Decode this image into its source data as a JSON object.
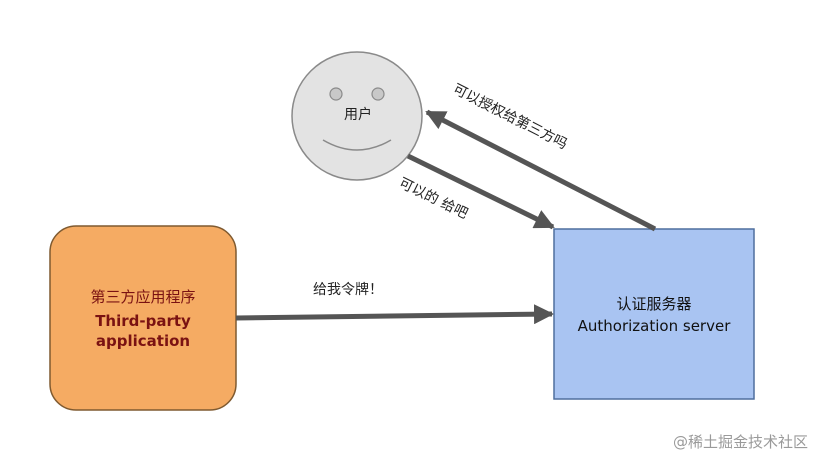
{
  "user": {
    "label": "用户"
  },
  "app": {
    "label_cn": "第三方应用程序",
    "label_en_1": "Third-party",
    "label_en_2": "application",
    "fill_color": "#f5ab63"
  },
  "server": {
    "label_cn": "认证服务器",
    "label_en": "Authorization server",
    "fill_color": "#a9c4f2"
  },
  "arrows": {
    "server_to_user": "可以授权给第三方吗",
    "user_to_server": "可以的 给吧",
    "app_to_server": "给我令牌！"
  },
  "watermark": "@稀土掘金技术社区"
}
